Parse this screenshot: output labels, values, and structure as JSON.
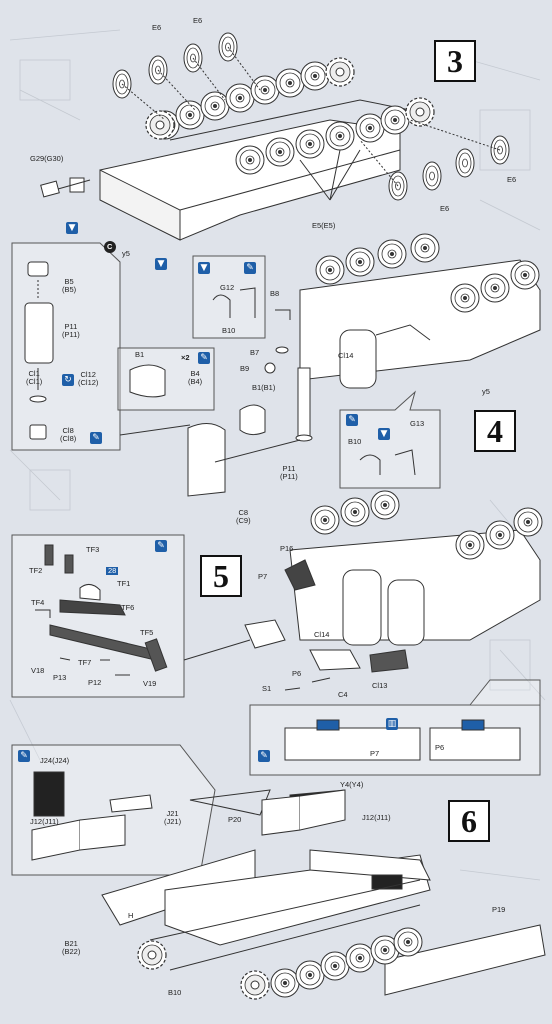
{
  "steps": {
    "s3": "3",
    "s4": "4",
    "s5": "5",
    "s6": "6"
  },
  "colors": {
    "paper": "#dfe3ea",
    "line": "#333333",
    "icon_blue": "#1f5fa8"
  },
  "labels": {
    "e6_top": "E6",
    "e6_a": "E6",
    "e6_r1": "E6",
    "e6_r2": "E6",
    "e5": "E5(E5)",
    "g29": "G29(G30)",
    "y5a": "y5",
    "c_mark": "C",
    "b5": "B5\n(B5)",
    "p11a": "P11\n(P11)",
    "cl1": "Cl1\n(Cl1)",
    "cl12": "Cl12\n(Cl12)",
    "cl8": "Cl8\n(Cl8)",
    "g12": "G12",
    "b10a": "B10",
    "b8": "B8",
    "b7": "B7",
    "b9": "B9",
    "cl14a": "Cl14",
    "y5b": "y5",
    "b1": "B1",
    "x2": "×2",
    "b4": "B4\n(B4)",
    "b1b": "B1(B1)",
    "p11b": "P11\n(P11)",
    "c8": "C8\n(C9)",
    "b10b": "B10",
    "g13": "G13",
    "tf3": "TF3",
    "tf2": "TF2",
    "tf1": "TF1",
    "tf4": "TF4",
    "tf6": "TF6",
    "tf5": "TF5",
    "v18": "V18",
    "p13": "P13",
    "tf7": "TF7",
    "p12": "P12",
    "v19": "V19",
    "num28": "28",
    "p16": "P16",
    "p7a": "P7",
    "cl14b": "Cl14",
    "p6a": "P6",
    "s1": "S1",
    "c4": "C4",
    "cl13": "Cl13",
    "p7b": "P7",
    "p6b": "P6",
    "j24": "J24(J24)",
    "j21": "J21\n(J21)",
    "j12a": "J12(J11)",
    "y4": "Y4(Y4)",
    "j12b": "J12(J11)",
    "p20": "P20",
    "h": "H",
    "p19": "P19",
    "b21": "B21\n(B22)",
    "b10c": "B10"
  }
}
